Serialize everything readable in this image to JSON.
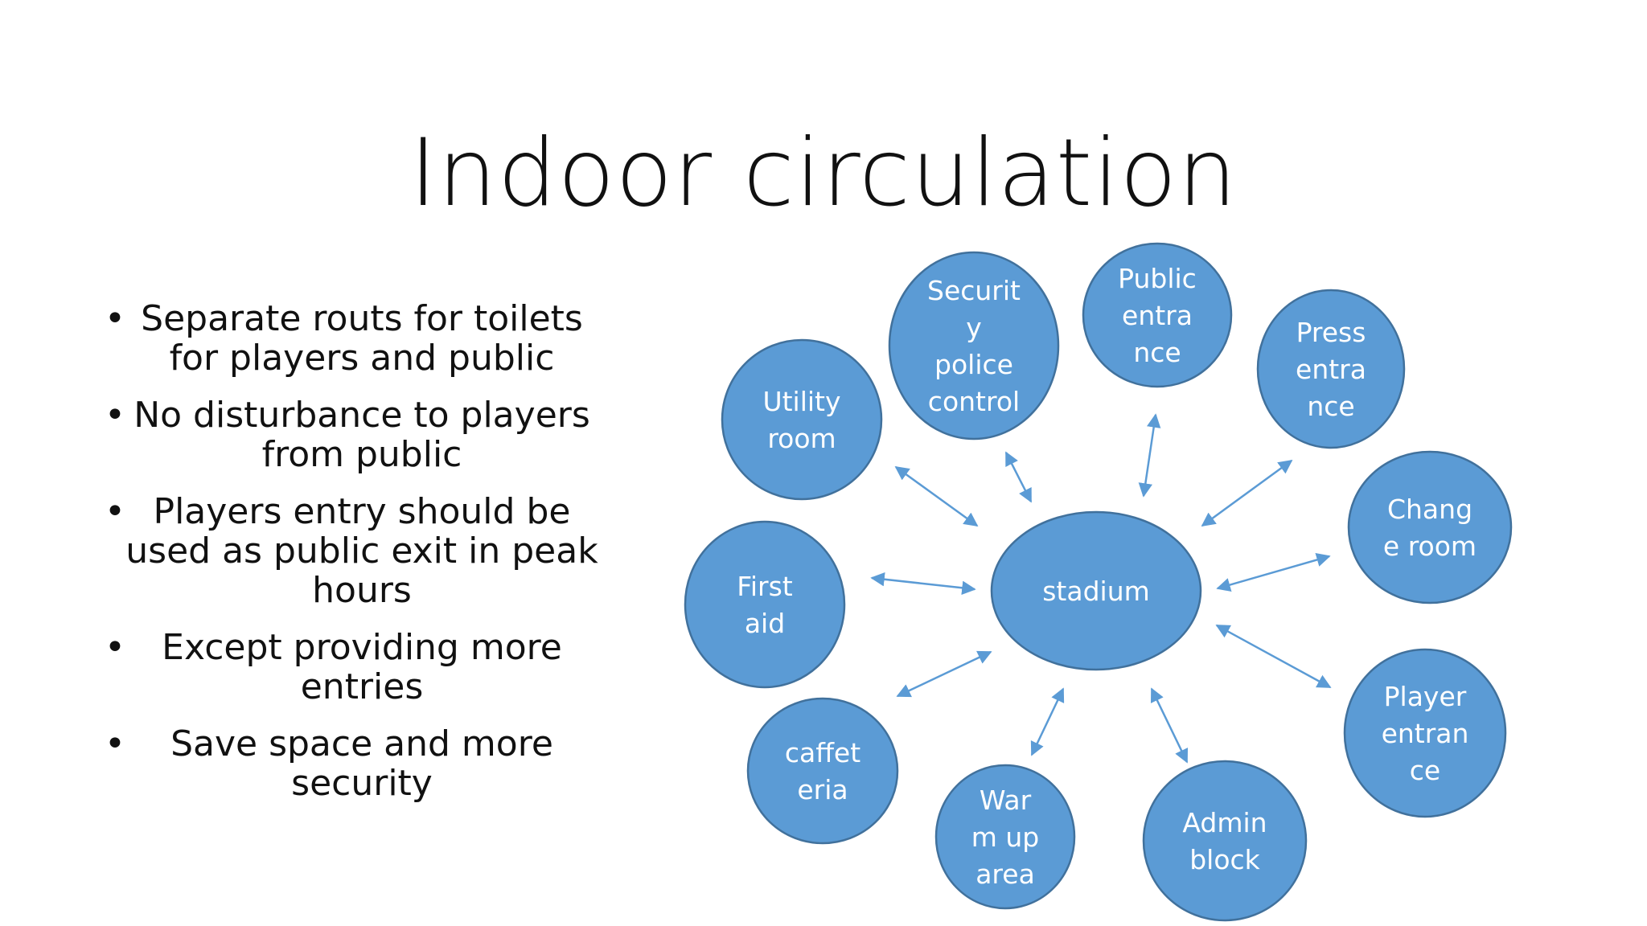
{
  "title": "Indoor circulation",
  "bullets": [
    {
      "lines": [
        "Separate routs for toilets",
        "for players and public"
      ]
    },
    {
      "lines": [
        "No disturbance to players",
        "from public"
      ]
    },
    {
      "lines": [
        "Players entry should be",
        "used as public exit in peak",
        "hours"
      ]
    },
    {
      "lines": [
        "Except providing more",
        "entries"
      ]
    },
    {
      "lines": [
        "Save space and more",
        "security"
      ]
    }
  ],
  "diagram": {
    "center": {
      "lines": [
        "stadium"
      ]
    },
    "nodes": [
      {
        "id": "utility-room",
        "lines": [
          "Utility",
          "room"
        ]
      },
      {
        "id": "security-police-control",
        "lines": [
          "Securit",
          "y",
          "police",
          "control"
        ]
      },
      {
        "id": "public-entrance",
        "lines": [
          "Public",
          "entra",
          "nce"
        ]
      },
      {
        "id": "press-entrance",
        "lines": [
          "Press",
          "entra",
          "nce"
        ]
      },
      {
        "id": "change-room",
        "lines": [
          "Chang",
          "e room"
        ]
      },
      {
        "id": "player-entrance",
        "lines": [
          "Player",
          "entran",
          "ce"
        ]
      },
      {
        "id": "admin-block",
        "lines": [
          "Admin",
          "block"
        ]
      },
      {
        "id": "warm-up-area",
        "lines": [
          "War",
          "m up",
          "area"
        ]
      },
      {
        "id": "caffeteria",
        "lines": [
          "caffet",
          "eria"
        ]
      },
      {
        "id": "first-aid",
        "lines": [
          "First",
          "aid"
        ]
      }
    ],
    "colors": {
      "fill": "#5b9bd5",
      "stroke": "#41719c",
      "arrow": "#5b9bd5"
    }
  }
}
